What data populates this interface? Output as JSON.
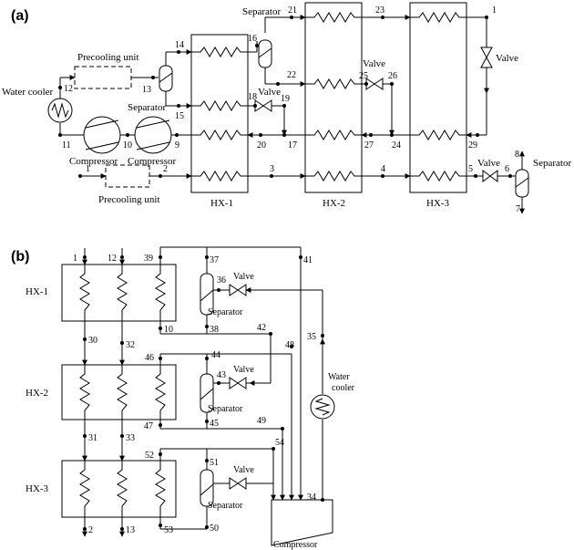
{
  "panel_a": {
    "tag": "(a)",
    "hx1": "HX-1",
    "hx2": "HX-2",
    "hx3": "HX-3",
    "precooling_top": "Precooling unit",
    "precooling_bottom": "Precooling unit",
    "water_cooler": "Water cooler",
    "separator_left": "Separator",
    "separator_top": "Separator",
    "separator_right": "Separator",
    "compressor_1": "Compressor",
    "compressor_2": "Compressor",
    "valve_18": "Valve",
    "valve_25": "Valve",
    "valve_right": "Valve",
    "valve_5": "Valve",
    "n1": "1",
    "n1b": "1",
    "n2": "2",
    "n3": "3",
    "n4": "4",
    "n5": "5",
    "n6": "6",
    "n7": "7",
    "n8": "8",
    "n9": "9",
    "n10": "10",
    "n11": "11",
    "n12": "12",
    "n13": "13",
    "n14": "14",
    "n15": "15",
    "n16": "16",
    "n17": "17",
    "n18": "18",
    "n19": "19",
    "n20": "20",
    "n21": "21",
    "n22": "22",
    "n23": "23",
    "n24": "24",
    "n25": "25",
    "n26": "26",
    "n27": "27",
    "n29": "29"
  },
  "panel_b": {
    "tag": "(b)",
    "hx1": "HX-1",
    "hx2": "HX-2",
    "hx3": "HX-3",
    "separator_1": "Separator",
    "separator_2": "Separator",
    "separator_3": "Separator",
    "valve_1": "Valve",
    "valve_2": "Valve",
    "valve_3": "Valve",
    "water_cooler": "Water\ncooler",
    "compressor": "Compressor",
    "n1": "1",
    "n12": "12",
    "n39": "39",
    "n37": "37",
    "n41": "41",
    "n36": "36",
    "n10": "10",
    "n38": "38",
    "n42": "42",
    "n30": "30",
    "n32": "32",
    "n35": "35",
    "n48": "48",
    "n46": "46",
    "n44": "44",
    "n43": "43",
    "n47": "47",
    "n45": "45",
    "n49": "49",
    "n31": "31",
    "n33": "33",
    "n54": "54",
    "n52": "52",
    "n51": "51",
    "n34": "34",
    "n2": "2",
    "n13": "13",
    "n53": "53",
    "n50": "50"
  }
}
